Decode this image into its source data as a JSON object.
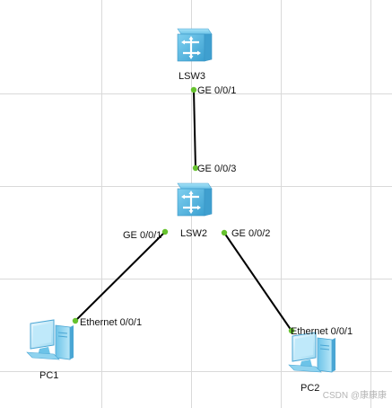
{
  "devices": {
    "lsw3": {
      "name": "LSW3",
      "type": "switch"
    },
    "lsw2": {
      "name": "LSW2",
      "type": "switch"
    },
    "pc1": {
      "name": "PC1",
      "type": "pc"
    },
    "pc2": {
      "name": "PC2",
      "type": "pc"
    }
  },
  "links": [
    {
      "from": "lsw3",
      "to": "lsw2",
      "from_port": "GE 0/0/1",
      "to_port": "GE 0/0/3"
    },
    {
      "from": "lsw2",
      "to": "pc1",
      "from_port": "GE 0/0/1",
      "to_port": "Ethernet 0/0/1"
    },
    {
      "from": "lsw2",
      "to": "pc2",
      "from_port": "GE 0/0/2",
      "to_port": "Ethernet 0/0/1"
    }
  ],
  "colors": {
    "link": "#000000",
    "port_dot": "#66c22e",
    "switch_body": "#5bb8e3",
    "pc_body": "#8cd0ee"
  },
  "watermark": "CSDN @康康康"
}
